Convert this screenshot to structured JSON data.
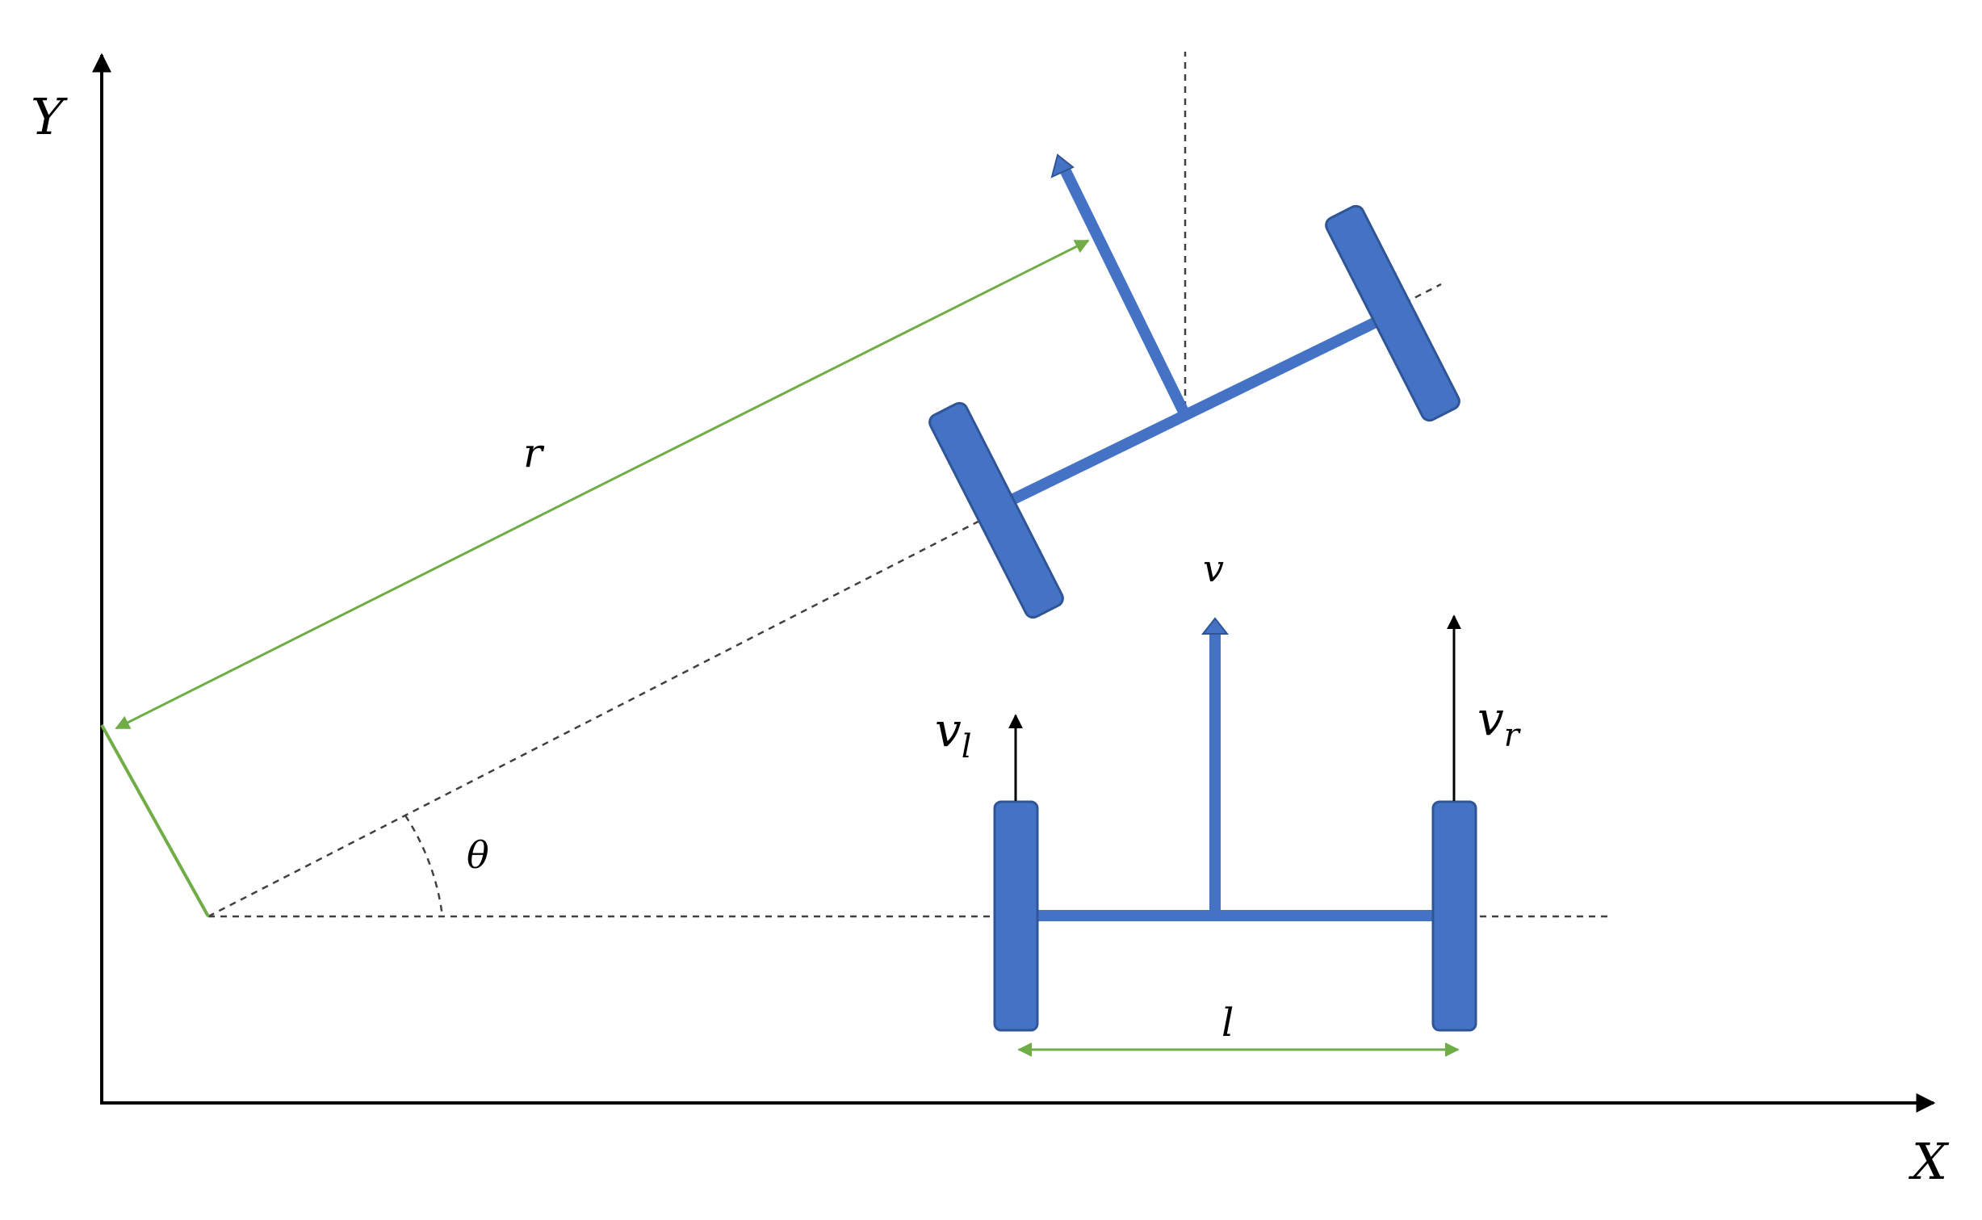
{
  "axes": {
    "x_label": "X",
    "y_label": "Y"
  },
  "labels": {
    "radius": "r",
    "velocity": "v",
    "vl_main": "v",
    "vl_sub": "l",
    "vr_main": "v",
    "vr_sub": "r",
    "angle": "θ",
    "wheelbase": "l"
  },
  "colors": {
    "robot": "#4472c4",
    "robot_edge": "#2f5597",
    "measure": "#70ad47",
    "axis": "#000000",
    "guide": "#404040"
  }
}
